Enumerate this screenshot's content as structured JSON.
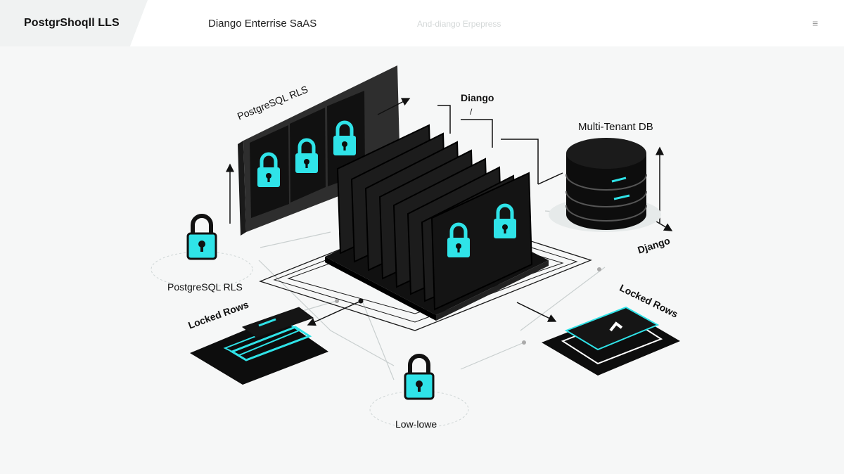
{
  "header": {
    "brand": "PostgrShoqll LLS",
    "nav_title": "Diango Enterrise SaAS",
    "nav_faded": "And-diango Erpepress",
    "menu_icon": "hamburger-icon"
  },
  "labels": {
    "rls_panel": "PostgreSQL RLS",
    "django_top": "Diango",
    "django_tick": "/",
    "multi_tenant": "Multi-Tenant DB",
    "django_right": "Django",
    "rls_left": "PostgreSQL RLS",
    "locked_rows_left": "Locked Rows",
    "locked_rows_right": "Locked Rows",
    "bottom_lock": "Low-lowe"
  },
  "colors": {
    "accent": "#2fe3e8",
    "dark": "#0d0d0d",
    "panel": "#2b2b2b",
    "background": "#f6f7f7"
  },
  "icons": [
    "padlock-icon",
    "database-icon",
    "arrow-icon",
    "hamburger-icon"
  ]
}
